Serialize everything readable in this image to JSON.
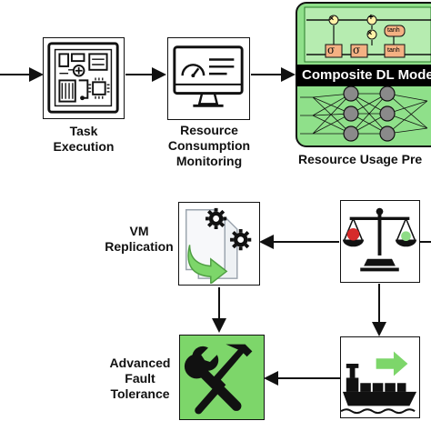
{
  "top_row": {
    "task_label_line1": "Task",
    "task_label_line2": "Execution",
    "monitor_label_line1": "Resource",
    "monitor_label_line2": "Consumption",
    "monitor_label_line3": "Monitoring",
    "model_banner": "Composite DL Mode",
    "model_caption": "Resource Usage Pre",
    "lstm_glyphs": {
      "sigma": "σ",
      "tanh": "tanh",
      "times": "×",
      "plus": "+"
    }
  },
  "bottom": {
    "vm_label_line1": "VM",
    "vm_label_line2": "Replication",
    "fault_label_line1": "Advanced",
    "fault_label_line2": "Fault",
    "fault_label_line3": "Tolerance"
  },
  "colors": {
    "accent_green": "#7dd66a",
    "model_panel": "#8fe08a",
    "banner": "#000000",
    "lstm_gate": "#f4b183",
    "lstm_op": "#fff2a8"
  },
  "icons": [
    "circuit-board-icon",
    "monitor-gauge-icon",
    "lstm-cell-icon",
    "neural-network-icon",
    "gear-document-icon",
    "balance-scale-icon",
    "tools-icon",
    "ship-icon"
  ]
}
